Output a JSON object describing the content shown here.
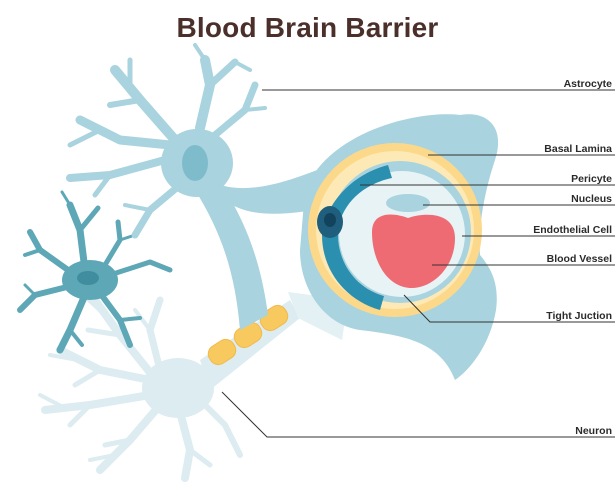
{
  "title": "Blood Brain Barrier",
  "labels": {
    "astrocyte": "Astrocyte",
    "basal_lamina": "Basal Lamina",
    "pericyte": "Pericyte",
    "nucleus": "Nucleus",
    "endothelial_cell": "Endothelial Cell",
    "blood_vessel": "Blood Vessel",
    "tight_junction": "Tight Juction",
    "neuron": "Neuron"
  },
  "colors": {
    "title": "#4a2f2a",
    "astrocyte": "#a9d3de",
    "astrocyte_dark": "#5da7b6",
    "neuron": "#dcecf1",
    "basal_lamina": "#fcd98a",
    "pericyte": "#2b8fb0",
    "pericyte_nucleus": "#1f5f7d",
    "endothelial": "#e8f3f6",
    "blood_vessel": "#ef6b73",
    "myelin": "#f7c95f",
    "leader_line": "#333333"
  }
}
